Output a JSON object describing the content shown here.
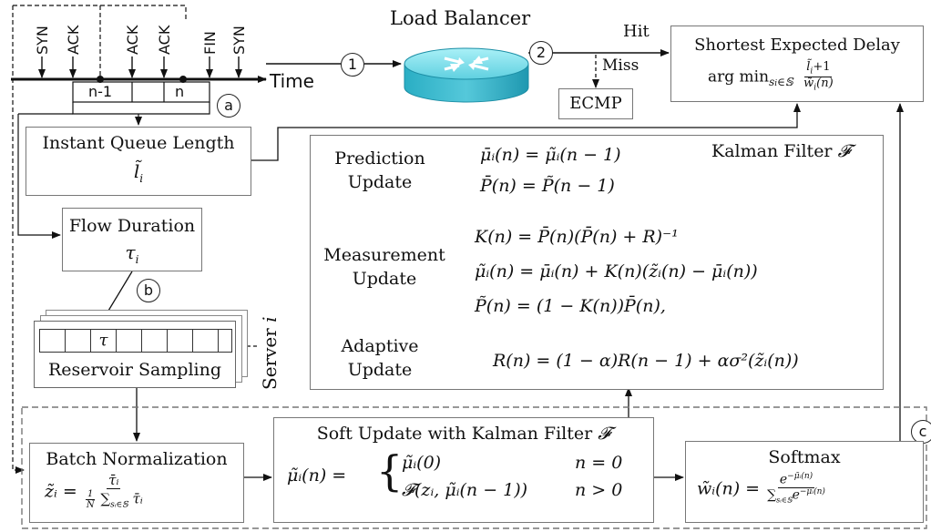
{
  "timeline": {
    "events": [
      "SYN",
      "ACK",
      "ACK",
      "ACK",
      "FIN",
      "SYN"
    ],
    "packets": [
      "n-1",
      "n"
    ],
    "axis_label": "Time"
  },
  "load_balancer": {
    "label": "Load Balancer",
    "hit": "Hit",
    "miss": "Miss",
    "ecmp": "ECMP"
  },
  "sed": {
    "title": "Shortest Expected Delay",
    "formula_prefix": "arg min",
    "formula_sub": "s",
    "formula_sub2": "i",
    "formula_set": "∈𝕊",
    "num": "l̃",
    "num_sub": "i",
    "num_plus": "+1",
    "den": "w̃",
    "den_sub": "i",
    "den_arg": "(n)"
  },
  "markers": {
    "m1": "1",
    "m2": "2",
    "a": "a",
    "b": "b",
    "c": "c"
  },
  "queue": {
    "title": "Instant Queue Length",
    "symbol": "l̃",
    "sub": "i"
  },
  "flow": {
    "title": "Flow Duration",
    "symbol": "τ",
    "sub": "i"
  },
  "reservoir": {
    "title": "Reservoir Sampling",
    "cell": "τ",
    "server": "Server",
    "server_i": "i"
  },
  "kalman": {
    "title": "Kalman Filter ",
    "title_sym": "𝓕",
    "prediction": [
      "Prediction",
      "Update"
    ],
    "measurement": [
      "Measurement",
      "Update"
    ],
    "adaptive": [
      "Adaptive",
      "Update"
    ],
    "eq1": "μ̄ᵢ(n) = μ̃ᵢ(n − 1)",
    "eq2": "P̄(n) = P̃(n − 1)",
    "eq3": "K(n) = P̄(n)(P̄(n) + R)⁻¹",
    "eq4": "μ̃ᵢ(n) = μ̄ᵢ(n) + K(n)(z̃ᵢ(n) − μ̄ᵢ(n))",
    "eq5": "P̃(n) = (1 − K(n))P̄(n),",
    "eq6": "R(n) = (1 − α)R(n − 1) + ασ²(z̃ᵢ(n))"
  },
  "batch": {
    "title": "Batch Normalization",
    "lhs": "z̃ᵢ =",
    "num": "τ̄ᵢ",
    "den_frac_n": "1",
    "den_frac_d": "N",
    "den_sum": "∑",
    "den_sub": "sᵢ∈𝕊",
    "den_tail": "τ̄ᵢ"
  },
  "soft": {
    "title": "Soft Update with Kalman Filter ",
    "title_sym": "𝓕",
    "lhs": "μ̃ᵢ(n) =",
    "case1": "μ̃ᵢ(0)",
    "cond1": "n = 0",
    "case2": "𝓕(zᵢ, μ̃ᵢ(n − 1))",
    "cond2": "n > 0"
  },
  "softmax": {
    "title": "Softmax",
    "lhs": "w̃ᵢ(n) =",
    "num": "e",
    "num_sup": "−μ̃ᵢ(n)",
    "den_sum": "∑",
    "den_sub": "sᵢ∈𝕊",
    "den_e": "e",
    "den_sup": "−μ̃ᵢ(n)"
  }
}
